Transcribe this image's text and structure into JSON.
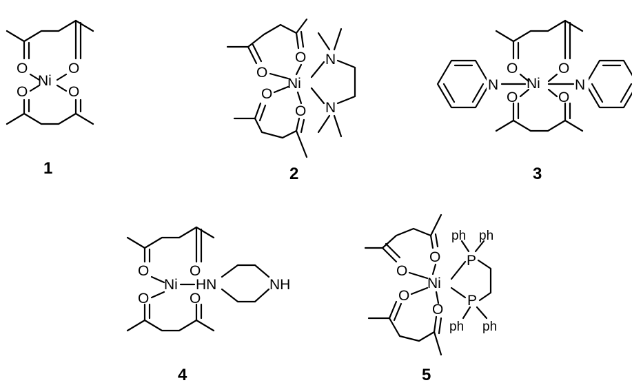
{
  "labels": {
    "oxygen": "O",
    "nickel": "Ni",
    "nitrogen": "N",
    "phosphorus": "P",
    "nh": "NH",
    "hn": "HN",
    "phenyl": "ph"
  },
  "compounds": [
    {
      "number": "1"
    },
    {
      "number": "2"
    },
    {
      "number": "3"
    },
    {
      "number": "4"
    },
    {
      "number": "5"
    }
  ]
}
